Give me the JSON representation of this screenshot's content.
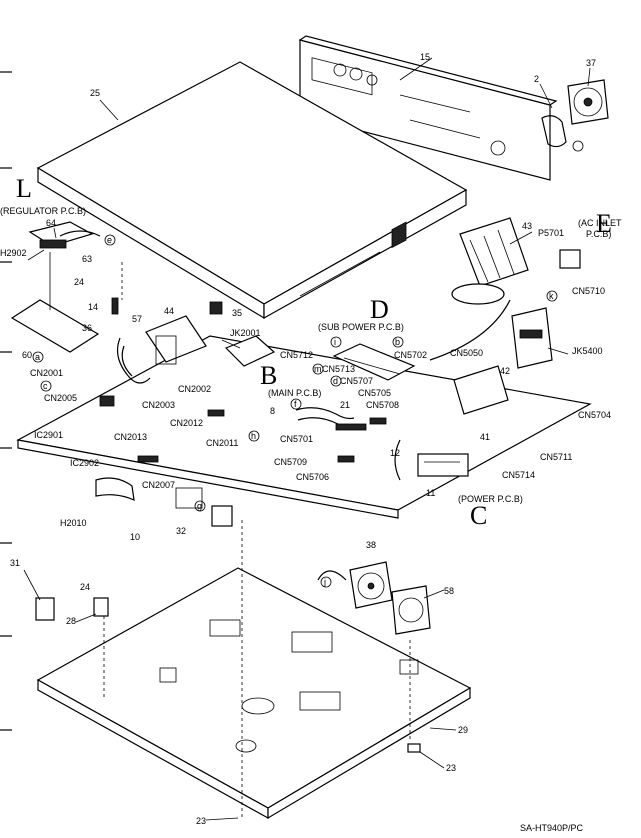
{
  "page": {
    "footer_code": "SA-HT940P/PC"
  },
  "sections": {
    "L": "L",
    "B": "B",
    "D": "D",
    "E": "E",
    "C": "C"
  },
  "boards": {
    "regulator": "(REGULATOR P.C.B)",
    "sub_power": "(SUB POWER P.C.B)",
    "main": "(MAIN P.C.B)",
    "ac_inlet_line1": "(AC INLET",
    "ac_inlet_line2": "P.C.B)",
    "power": "(POWER P.C.B)"
  },
  "parts": {
    "p15": "15",
    "p37": "37",
    "p2": "2",
    "p25": "25",
    "p64": "64",
    "p63": "63",
    "p24a": "24",
    "p60": "60",
    "p14": "14",
    "p36": "36",
    "p57": "57",
    "p44": "44",
    "p35": "35",
    "p43": "43",
    "p8": "8",
    "p21": "21",
    "p12": "12",
    "p42": "42",
    "p41": "41",
    "p11": "11",
    "p10": "10",
    "p32": "32",
    "p38": "38",
    "p58": "58",
    "p31": "31",
    "p24b": "24",
    "p28": "28",
    "p29": "29",
    "p23a": "23",
    "p23b": "23"
  },
  "connectors": {
    "h2902": "H2902",
    "cn2001": "CN2001",
    "cn2005": "CN2005",
    "ic2901": "IC2901",
    "ic2902": "IC2902",
    "cn2013": "CN2013",
    "cn2012": "CN2012",
    "cn2003": "CN2003",
    "cn2002": "CN2002",
    "jk2001": "JK2001",
    "cn2011": "CN2011",
    "cn2007": "CN2007",
    "h2010": "H2010",
    "cn5712": "CN5712",
    "cn5713": "CN5713",
    "cn5707": "CN5707",
    "cn5702": "CN5702",
    "cn5705": "CN5705",
    "cn5708": "CN5708",
    "cn5701": "CN5701",
    "cn5709": "CN5709",
    "cn5706": "CN5706",
    "cn5050": "CN5050",
    "p5701": "P5701",
    "cn5710": "CN5710",
    "jk5400": "JK5400",
    "cn5704": "CN5704",
    "cn5711": "CN5711",
    "cn5714": "CN5714"
  },
  "letters": {
    "a": "a",
    "b": "b",
    "c": "c",
    "d": "d",
    "e": "e",
    "f": "f",
    "g": "g",
    "h": "h",
    "i": "i",
    "j": "j",
    "k": "k",
    "m": "m"
  },
  "icons": [
    "exploded-chassis-drawing"
  ]
}
